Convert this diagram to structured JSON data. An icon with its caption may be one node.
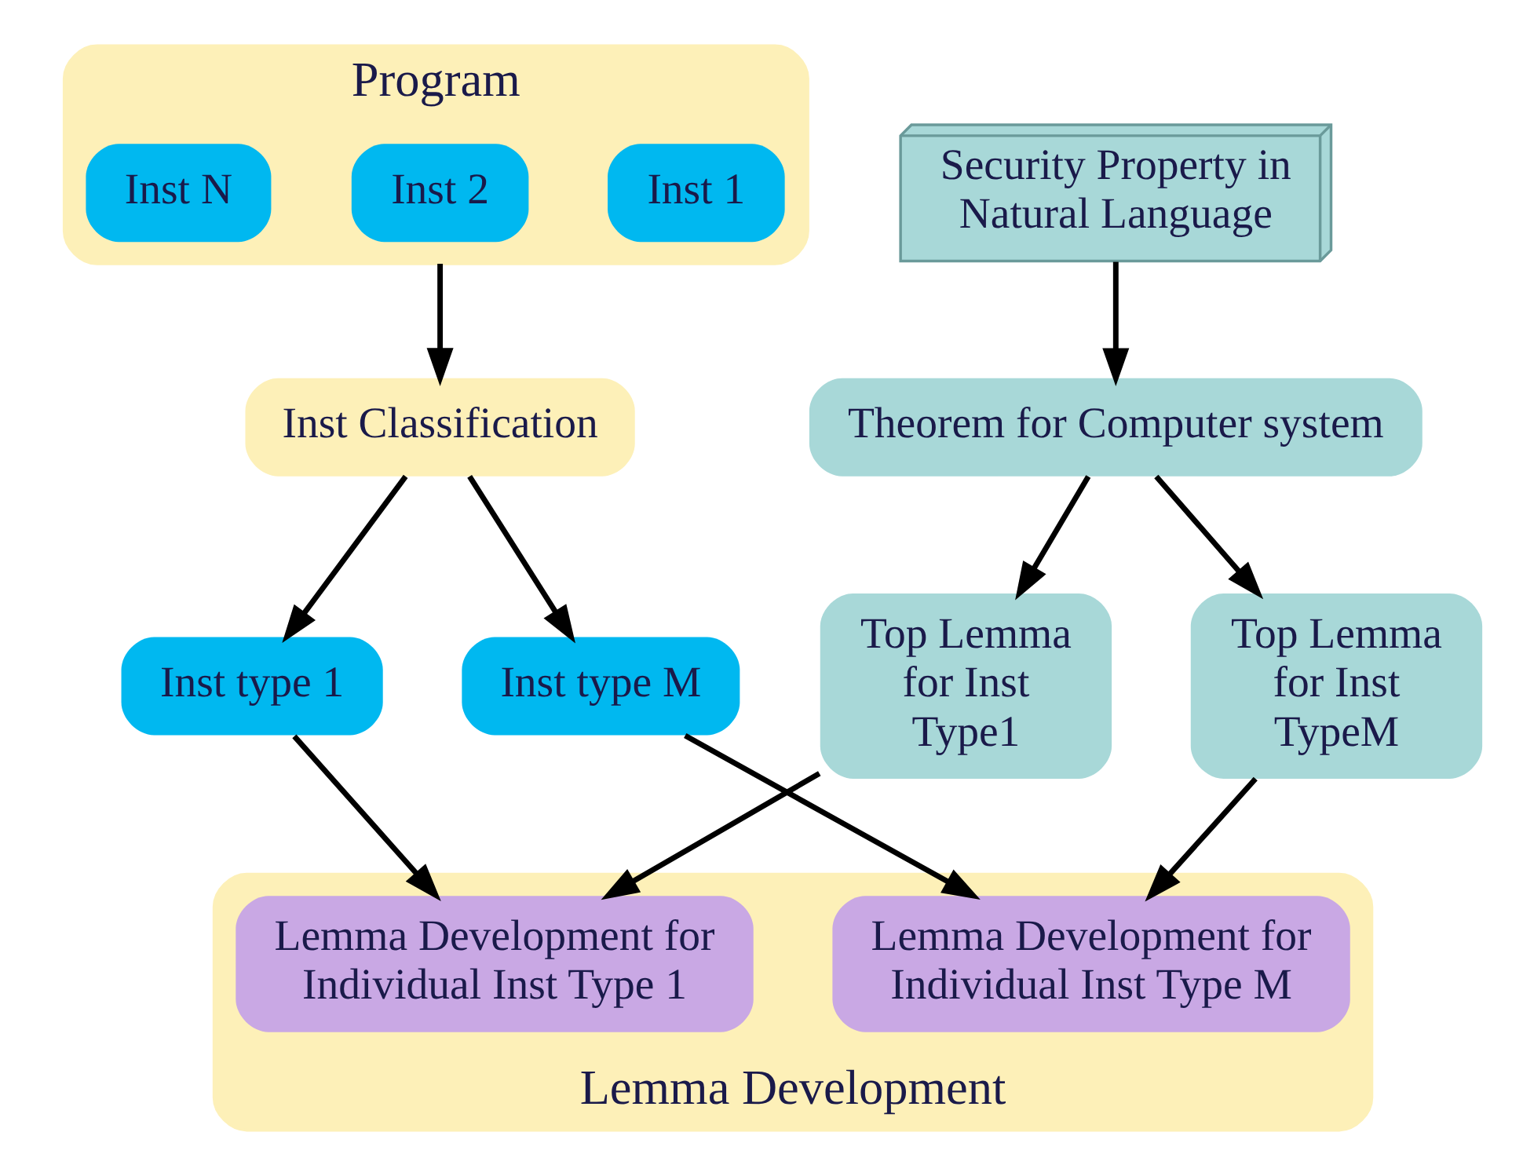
{
  "diagram": {
    "nodes": [
      {
        "text": [
          "Program"
        ]
      },
      {
        "text": [
          "Inst 1"
        ],
        "in": 0
      },
      {
        "text": [
          "Inst 2"
        ],
        "in": 0
      },
      {
        "text": [
          "Inst N"
        ],
        "in": 0
      },
      {
        "text": [
          "Security Property in Natural Language"
        ]
      },
      {
        "text": [
          "Inst Classification"
        ]
      },
      {
        "text": [
          "Theorem for Computer system"
        ]
      },
      {
        "text": [
          "Inst type 1"
        ]
      },
      {
        "text": [
          "Inst type M"
        ]
      },
      {
        "text": [
          "Top Lemma for Inst Type1"
        ]
      },
      {
        "text": [
          "Top Lemma for Inst TypeM"
        ]
      },
      {
        "text": [
          "Lemma Development"
        ]
      },
      {
        "text": [
          "Lemma Development for Individual Inst Type 1"
        ],
        "in": 11
      },
      {
        "text": [
          "Lemma Development for Individual Inst Type M"
        ],
        "in": 11
      }
    ],
    "edges": [
      {
        "from": 0,
        "to": 5,
        "arrow": "to"
      },
      {
        "from": 4,
        "to": 6,
        "arrow": "to"
      },
      {
        "from": 5,
        "to": 7,
        "arrow": "to"
      },
      {
        "from": 5,
        "to": 8,
        "arrow": "to"
      },
      {
        "from": 6,
        "to": 9,
        "arrow": "to"
      },
      {
        "from": 6,
        "to": 10,
        "arrow": "to"
      },
      {
        "from": 7,
        "to": 12,
        "arrow": "to"
      },
      {
        "from": 8,
        "to": 13,
        "arrow": "to"
      },
      {
        "from": 9,
        "to": 12,
        "arrow": "to"
      },
      {
        "from": 10,
        "to": 13,
        "arrow": "to"
      }
    ]
  }
}
